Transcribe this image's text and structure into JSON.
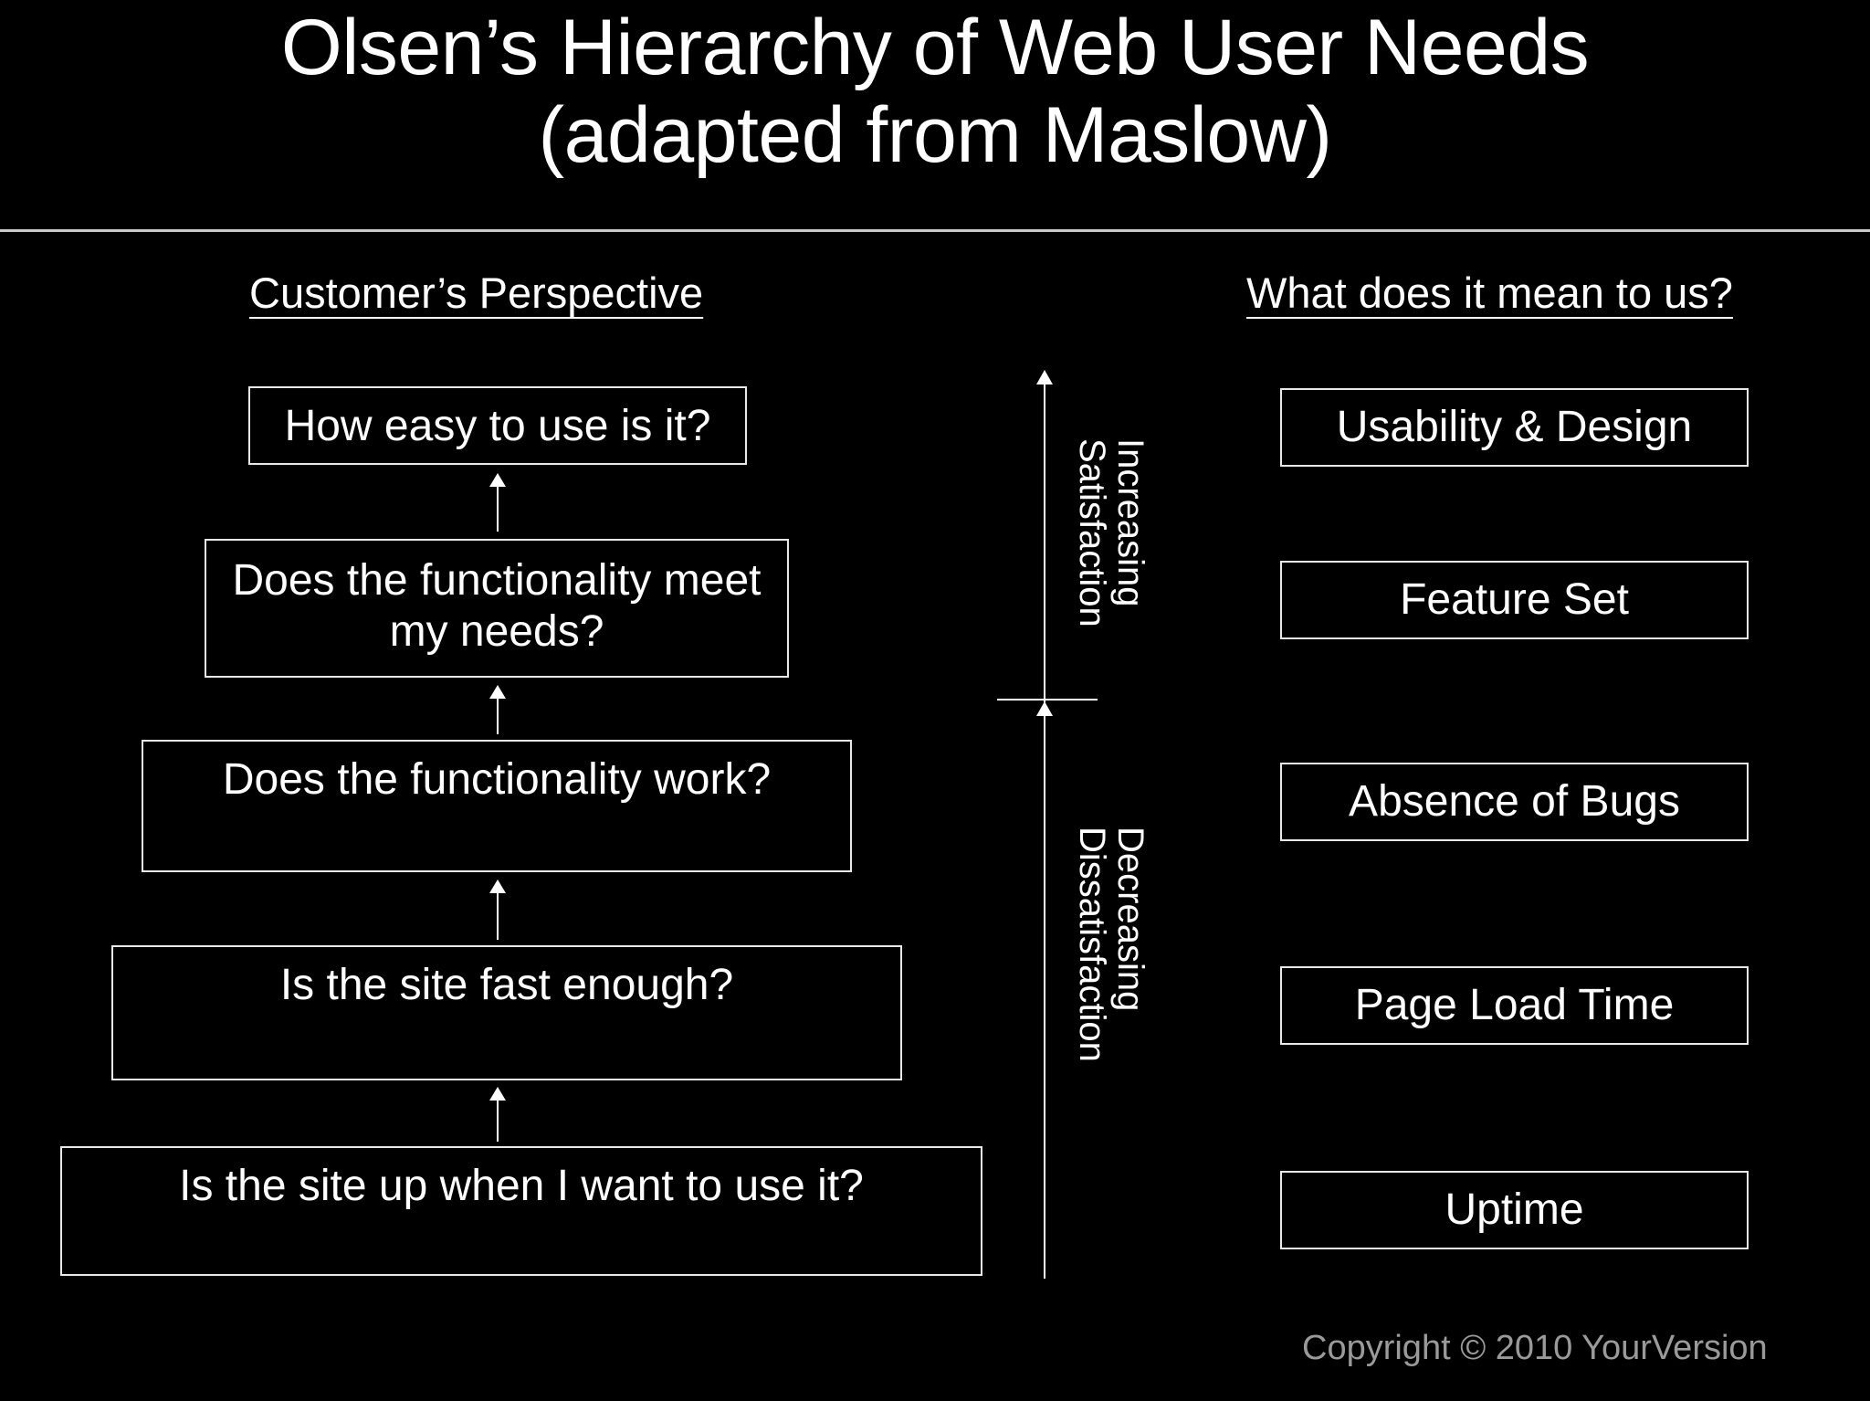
{
  "slide": {
    "background_color": "#000000",
    "text_color": "#ffffff",
    "title": {
      "line1": "Olsen’s Hierarchy of Web User Needs",
      "line2": "(adapted from Maslow)"
    },
    "columns": {
      "left_heading": "Customer’s Perspective",
      "right_heading": "What does it mean to us?"
    },
    "customer_perspective": [
      {
        "id": "l1",
        "label": "How easy to use is it?"
      },
      {
        "id": "l2",
        "label": "Does the functionality meet my needs?"
      },
      {
        "id": "l3",
        "label": "Does the functionality work?"
      },
      {
        "id": "l4",
        "label": "Is the site fast enough?"
      },
      {
        "id": "l5",
        "label": "Is the site up when I want to use it?"
      }
    ],
    "what_it_means": [
      {
        "id": "r1",
        "label": "Usability & Design"
      },
      {
        "id": "r2",
        "label": "Feature Set"
      },
      {
        "id": "r3",
        "label": "Absence of Bugs"
      },
      {
        "id": "r4",
        "label": "Page Load Time"
      },
      {
        "id": "r5",
        "label": "Uptime"
      }
    ],
    "axis": {
      "upper": {
        "line1": "Increasing",
        "line2": "Satisfaction"
      },
      "lower": {
        "line1": "Decreasing",
        "line2": "Dissatisfaction"
      }
    },
    "footer": {
      "copyright": "Copyright © 2010 YourVersion",
      "copyright_color": "#9a9a9a"
    },
    "icons": {
      "connector": "arrow-up-icon",
      "axis_arrow": "arrow-up-icon"
    }
  }
}
